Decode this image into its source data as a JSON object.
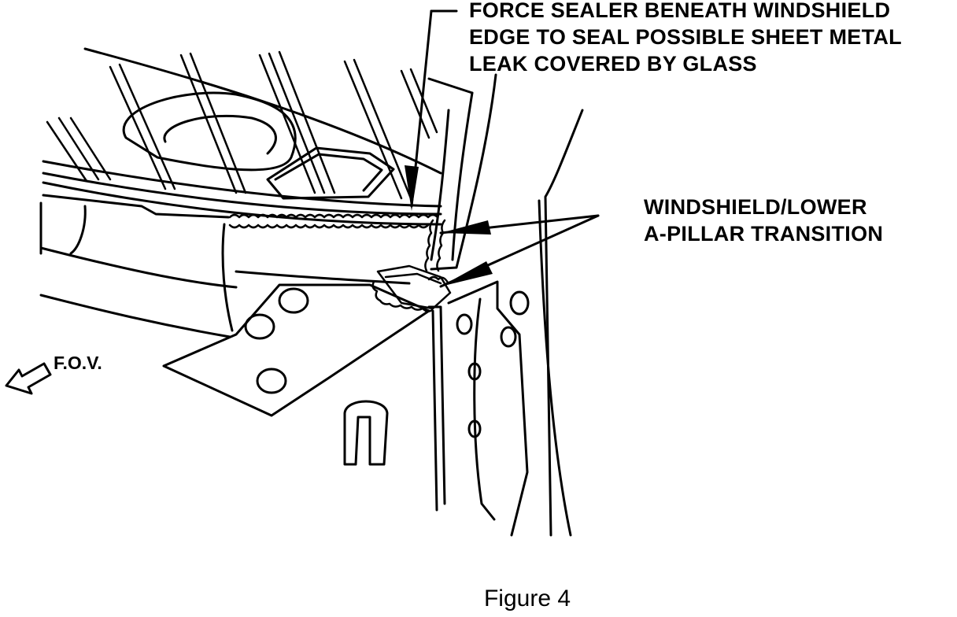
{
  "callouts": {
    "sealer": {
      "lines": [
        "FORCE SEALER BENEATH WINDSHIELD",
        "EDGE TO SEAL POSSIBLE SHEET METAL",
        "LEAK COVERED BY GLASS"
      ]
    },
    "transition": {
      "lines": [
        "WINDSHIELD/LOWER",
        "A-PILLAR TRANSITION"
      ]
    }
  },
  "fov_label": "F.O.V.",
  "caption": "Figure 4",
  "colors": {
    "ink": "#000000",
    "paper": "#ffffff"
  }
}
